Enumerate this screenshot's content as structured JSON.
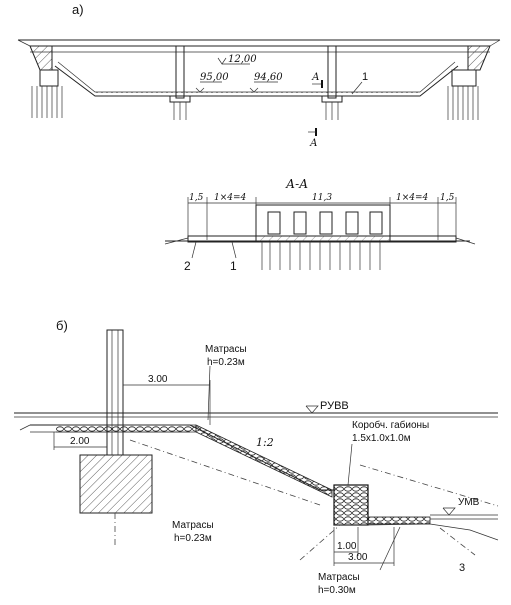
{
  "panel_a": {
    "label": "а)",
    "elev_top": "12,00",
    "elev_left": "95,00",
    "elev_right": "94,60",
    "section_mark_top": "А",
    "section_mark_bottom": "А",
    "callout_1": "1"
  },
  "section_aa": {
    "title": "А-А",
    "dim_left_edge": "1,5",
    "dim_left_cells": "1×4=4",
    "dim_center": "11,3",
    "dim_right_cells": "1×4=4",
    "dim_right_edge": "1,5",
    "callout_2": "2",
    "callout_1": "1"
  },
  "panel_b": {
    "label": "б)",
    "mattress_top_label": "Матрасы",
    "mattress_top_h": "h=0.23м",
    "dim_3_top": "3.00",
    "dim_2": "2.00",
    "ruvv": "РУВВ",
    "slope": "1:2",
    "gabion_label": "Коробч. габионы",
    "gabion_size": "1.5x1.0x1.0м",
    "umv": "УМВ",
    "mattress_mid_label": "Матрасы",
    "mattress_mid_h": "h=0.23м",
    "dim_1": "1.00",
    "dim_3_bottom": "3.00",
    "mattress_bottom_label": "Матрасы",
    "mattress_bottom_h": "h=0.30м",
    "callout_3": "3"
  }
}
